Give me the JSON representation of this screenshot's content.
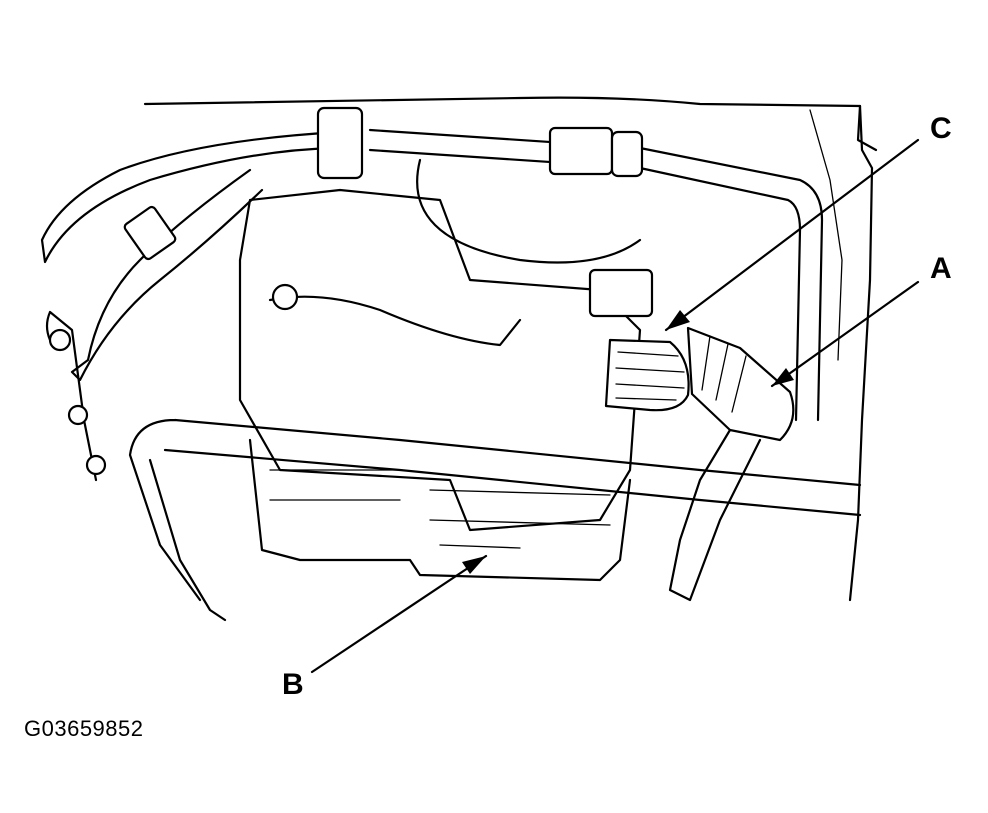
{
  "callouts": {
    "a": "A",
    "b": "B",
    "c": "C"
  },
  "figure_id": "G03659852"
}
